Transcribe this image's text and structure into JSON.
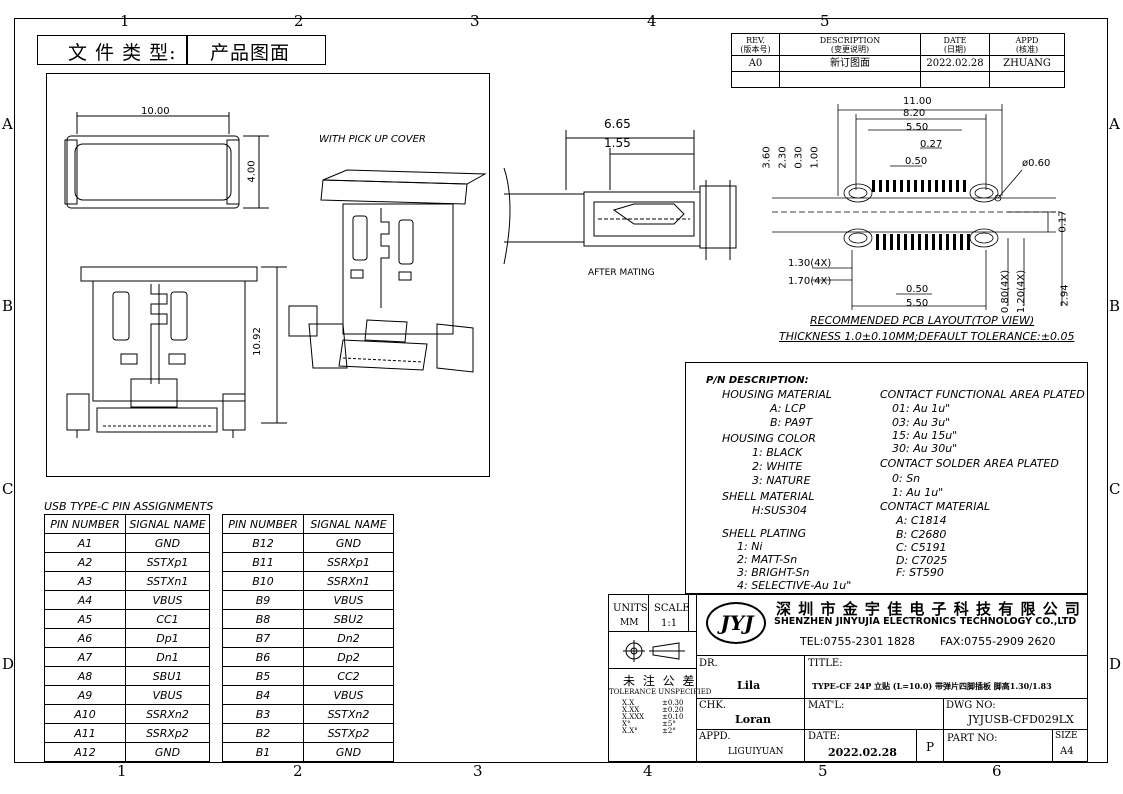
{
  "zones": {
    "top": [
      "1",
      "2",
      "3",
      "4",
      "5"
    ],
    "bottom": [
      "1",
      "2",
      "3",
      "4",
      "5",
      "6"
    ],
    "left": [
      "A",
      "B",
      "C",
      "D"
    ],
    "right": [
      "A",
      "B",
      "C",
      "D"
    ]
  },
  "title": {
    "label": "文 件 类 型:",
    "value": "产品图面"
  },
  "revision": {
    "headers": [
      {
        "en": "REV.",
        "cn": "(版本号)"
      },
      {
        "en": "DESCRIPTION",
        "cn": "(变更说明)"
      },
      {
        "en": "DATE",
        "cn": "(日期)"
      },
      {
        "en": "APPD",
        "cn": "(核准)"
      }
    ],
    "rows": [
      {
        "rev": "A0",
        "desc": "新订图面",
        "date": "2022.02.28",
        "appd": "ZHUANG"
      }
    ]
  },
  "view": {
    "pick_up_note": "WITH PICK UP COVER",
    "after_mating": "AFTER MATING",
    "width_dim": "10.00",
    "depth_dim": "4.00",
    "height_dim": "10.92"
  },
  "side_dims": [
    "6.65",
    "1.55"
  ],
  "pcb": {
    "top_dims": [
      "11.00",
      "8.20",
      "5.50",
      "0.27",
      "0.50",
      "3.60",
      "2.30",
      "0.30",
      "1.00"
    ],
    "hole": "ø0.60",
    "right_dims": [
      "0.17",
      "0.80(4X)",
      "1.20(4X)",
      "2.94"
    ],
    "left_dims": [
      "1.30(4X)",
      "1.70(4X)"
    ],
    "bottom_dims": [
      "0.50",
      "5.50"
    ],
    "caption": "RECOMMENDED PCB LAYOUT(TOP VIEW)",
    "thickness": "THICKNESS 1.0±0.10MM;DEFAULT TOLERANCE:±0.05"
  },
  "pin_table": {
    "title": "USB TYPE-C PIN ASSIGNMENTS",
    "headers": [
      "PIN NUMBER",
      "SIGNAL NAME",
      "PIN NUMBER",
      "SIGNAL NAME"
    ],
    "rows": [
      [
        "A1",
        "GND",
        "B12",
        "GND"
      ],
      [
        "A2",
        "SSTXp1",
        "B11",
        "SSRXp1"
      ],
      [
        "A3",
        "SSTXn1",
        "B10",
        "SSRXn1"
      ],
      [
        "A4",
        "VBUS",
        "B9",
        "VBUS"
      ],
      [
        "A5",
        "CC1",
        "B8",
        "SBU2"
      ],
      [
        "A6",
        "Dp1",
        "B7",
        "Dn2"
      ],
      [
        "A7",
        "Dn1",
        "B6",
        "Dp2"
      ],
      [
        "A8",
        "SBU1",
        "B5",
        "CC2"
      ],
      [
        "A9",
        "VBUS",
        "B4",
        "VBUS"
      ],
      [
        "A10",
        "SSRXn2",
        "B3",
        "SSTXn2"
      ],
      [
        "A11",
        "SSRXp2",
        "B2",
        "SSTXp2"
      ],
      [
        "A12",
        "GND",
        "B1",
        "GND"
      ]
    ]
  },
  "pn_desc": {
    "title": "P/N DESCRIPTION:",
    "left": [
      "HOUSING MATERIAL",
      "A: LCP",
      "B: PA9T",
      "HOUSING COLOR",
      "1: BLACK",
      "2: WHITE",
      "3: NATURE",
      "SHELL MATERIAL",
      "H:SUS304",
      "SHELL PLATING",
      "1: Ni",
      "2: MATT-Sn",
      "3: BRIGHT-Sn",
      "4: SELECTIVE-Au 1u\""
    ],
    "right": [
      "CONTACT FUNCTIONAL AREA PLATED",
      "01: Au 1u\"",
      "03: Au 3u\"",
      "15: Au 15u\"",
      "30: Au 30u\"",
      "CONTACT SOLDER AREA PLATED",
      "0: Sn",
      "1: Au 1u\"",
      "CONTACT MATERIAL",
      "A: C1814",
      "B: C2680",
      "C: C5191",
      "D: C7025",
      "F: ST590"
    ]
  },
  "title_block": {
    "units_label": "UNITS",
    "units": "MM",
    "scale_label": "SCALE",
    "scale": "1:1",
    "logo": "JYJ",
    "company_cn": "深 圳 市 金 宇 佳 电 子 科 技 有 限 公 司",
    "company_en": "SHENZHEN JINYUJIA ELECTRONICS TECHNOLOGY CO.,LTD",
    "tel": "TEL:0755-2301 1828",
    "fax": "FAX:0755-2909 2620",
    "tol_cn": "未 注 公 差",
    "tol_en": "TOLERANCE UNSPECIFIED",
    "tolerances": [
      [
        "X.X",
        "±0.30"
      ],
      [
        "X.XX",
        "±0.20"
      ],
      [
        "X.XXX",
        "±0.10"
      ],
      [
        "X°",
        "±5°"
      ],
      [
        "X.X°",
        "±2°"
      ]
    ],
    "dr_label": "DR.",
    "dr": "Lila",
    "chk_label": "CHK.",
    "chk": "Loran",
    "appd_label": "APPD.",
    "appd": "LIGUIYUAN",
    "title_label": "TITLE:",
    "title": "TYPE-CF 24P 立贴 (L=10.0) 带弹片四脚插板 脚高1.30/1.83",
    "matl_label": "MAT'L:",
    "dwg_label": "DWG NO:",
    "dwg": "JYJUSB-CFD029LX",
    "date_label": "DATE:",
    "date": "2022.02.28",
    "p_mark": "P",
    "part_label": "PART NO:",
    "size_label": "SIZE",
    "size": "A4"
  }
}
